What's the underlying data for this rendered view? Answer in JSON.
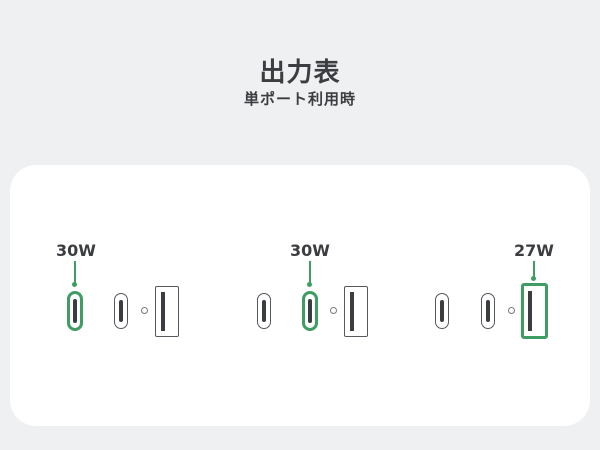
{
  "header": {
    "title": "出力表",
    "subtitle": "単ポート利用時"
  },
  "colors": {
    "background": "#eff0f1",
    "card": "#ffffff",
    "accent": "#3f9d63",
    "text": "#3b3d40"
  },
  "configurations": [
    {
      "active_port": "usb-c-1",
      "watt_label": "30W"
    },
    {
      "active_port": "usb-c-2",
      "watt_label": "30W"
    },
    {
      "active_port": "usb-a",
      "watt_label": "27W"
    }
  ]
}
